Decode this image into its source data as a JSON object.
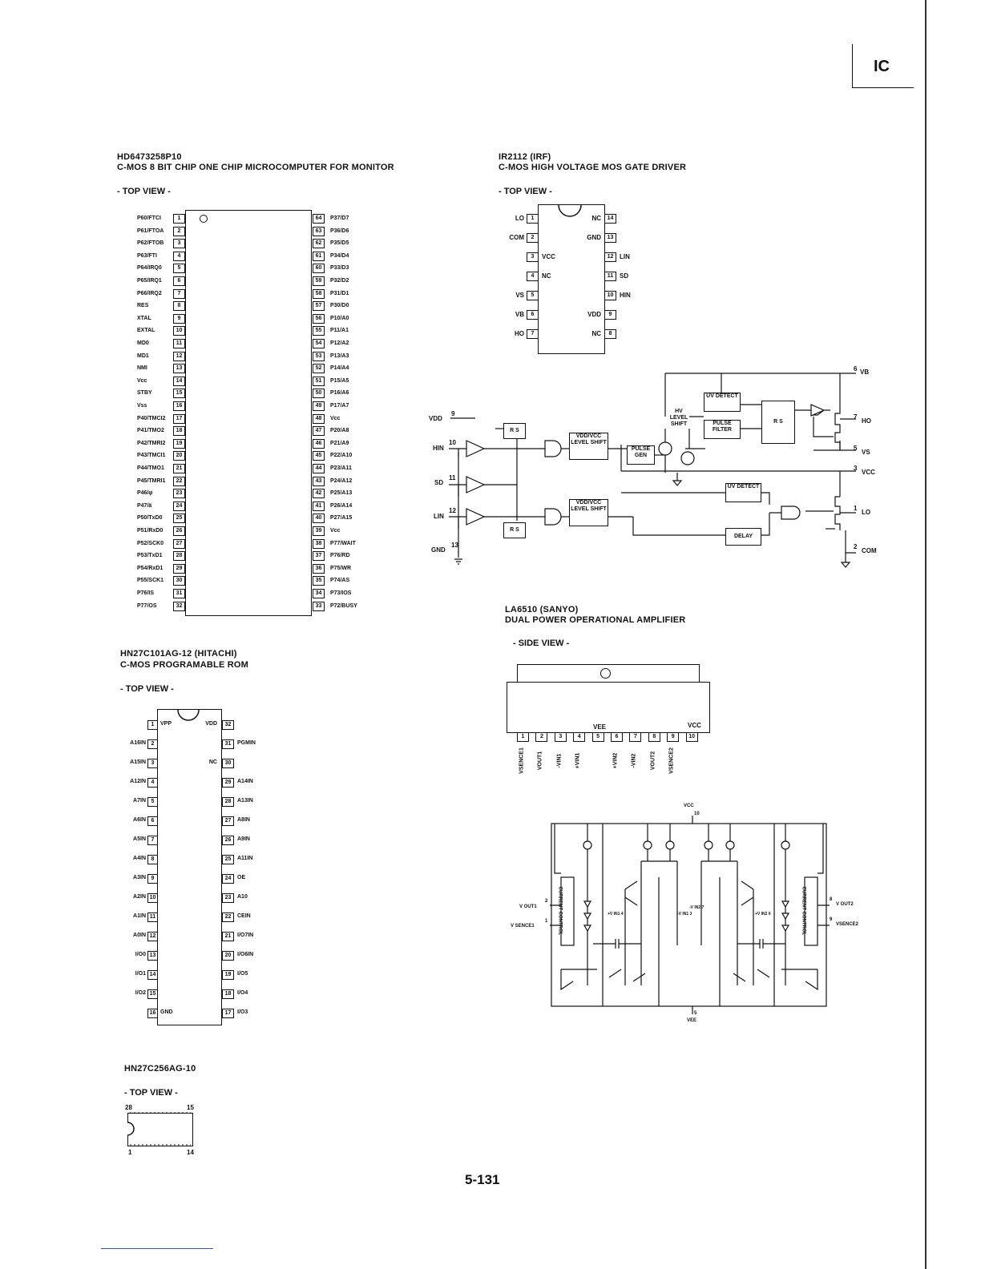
{
  "header": {
    "tag": "IC",
    "page_number": "5-131"
  },
  "hd6473": {
    "part": "HD6473258P10",
    "desc": "C-MOS 8 BIT CHIP ONE CHIP MICROCOMPUTER FOR MONITOR",
    "view": "- TOP VIEW -",
    "left_pins": [
      "P60/FTCI",
      "P61/FTOA",
      "P62/FTOB",
      "P63/FTI",
      "P64/IRQ0",
      "P65/IRQ1",
      "P66/IRQ2",
      "RES",
      "XTAL",
      "EXTAL",
      "MD0",
      "MD1",
      "NMI",
      "Vcc",
      "STBY",
      "Vss",
      "P40/TMCI2",
      "P41/TMO2",
      "P42/TMRI2",
      "P43/TMCI1",
      "P44/TMO1",
      "P45/TMRI1",
      "P46/φ",
      "P47/ä",
      "P50/TxD0",
      "P51/RxD0",
      "P52/SCK0",
      "P53/TxD1",
      "P54/RxD1",
      "P55/SCK1",
      "P76/IS",
      "P77/OS"
    ],
    "right_pins": [
      "P37/D7",
      "P36/D6",
      "P35/D5",
      "P34/D4",
      "P33/D3",
      "P32/D2",
      "P31/D1",
      "P30/D0",
      "P10/A0",
      "P11/A1",
      "P12/A2",
      "P13/A3",
      "P14/A4",
      "P15/A5",
      "P16/A6",
      "P17/A7",
      "Vcc",
      "P20/A8",
      "P21/A9",
      "P22/A10",
      "P23/A11",
      "P24/A12",
      "P25/A13",
      "P26/A14",
      "P27/A15",
      "Vcc",
      "P77/WAIT",
      "P76/RD",
      "P75/WR",
      "P74/AS",
      "P73/IOS",
      "P72/BUSY"
    ],
    "left_nums": [
      "1",
      "2",
      "3",
      "4",
      "5",
      "6",
      "7",
      "8",
      "9",
      "10",
      "11",
      "12",
      "13",
      "14",
      "15",
      "16",
      "17",
      "18",
      "19",
      "20",
      "21",
      "22",
      "23",
      "24",
      "25",
      "26",
      "27",
      "28",
      "29",
      "30",
      "31",
      "32"
    ],
    "right_nums": [
      "64",
      "63",
      "62",
      "61",
      "60",
      "59",
      "58",
      "57",
      "56",
      "55",
      "54",
      "53",
      "52",
      "51",
      "50",
      "49",
      "48",
      "47",
      "46",
      "45",
      "44",
      "43",
      "42",
      "41",
      "40",
      "39",
      "38",
      "37",
      "36",
      "35",
      "34",
      "33"
    ]
  },
  "ir2112": {
    "part": "IR2112 (IRF)",
    "desc": "C-MOS HIGH VOLTAGE MOS GATE DRIVER",
    "view": "- TOP VIEW -",
    "left_pins": [
      "LO",
      "COM",
      "",
      "",
      "VS",
      "VB",
      "HO"
    ],
    "left_inner": [
      "",
      "",
      "VCC",
      "NC",
      "",
      "",
      ""
    ],
    "left_nums": [
      "1",
      "2",
      "3",
      "4",
      "5",
      "6",
      "7"
    ],
    "right_pins": [
      "",
      "",
      "LIN",
      "SD",
      "HIN",
      "",
      ""
    ],
    "right_inner": [
      "NC",
      "GND",
      "",
      "",
      "",
      "VDD",
      "NC"
    ],
    "right_nums": [
      "14",
      "13",
      "12",
      "11",
      "10",
      "9",
      "8"
    ],
    "blocks": {
      "uv_detect": "UV DETECT",
      "pulse_filter": "PULSE FILTER",
      "hv_level_shift": "HV LEVEL SHIFT",
      "vdd_vcc_level_shift": "VDD/VCC LEVEL SHIFT",
      "pulse_gen": "PULSE GEN",
      "uv_detect2": "UV DETECT",
      "delay": "DELAY",
      "rs": "R S"
    },
    "terminals": {
      "vdd": "VDD",
      "hin": "HIN",
      "sd": "SD",
      "lin": "LIN",
      "gnd": "GND",
      "vb": "VB",
      "ho": "HO",
      "vs": "VS",
      "vcc": "VCC",
      "lo": "LO",
      "com": "COM"
    },
    "terminal_nums": {
      "vdd": "9",
      "hin": "10",
      "sd": "11",
      "lin": "12",
      "gnd": "13",
      "vb": "6",
      "ho": "7",
      "vs": "5",
      "vcc": "3",
      "lo": "1",
      "com": "2"
    }
  },
  "hn27c101": {
    "part": "HN27C101AG-12 (HITACHI)",
    "desc": "C-MOS PROGRAMABLE ROM",
    "view": "- TOP VIEW -",
    "left_pins": [
      "",
      "A16IN",
      "A15IN",
      "A12IN",
      "A7IN",
      "A6IN",
      "A5IN",
      "A4IN",
      "A3IN",
      "A2IN",
      "A1IN",
      "A0IN",
      "I/O0",
      "I/O1",
      "I/O2",
      ""
    ],
    "left_inner": [
      "VPP",
      "",
      "",
      "",
      "",
      "",
      "",
      "",
      "",
      "",
      "",
      "",
      "",
      "",
      "",
      "GND"
    ],
    "left_nums": [
      "1",
      "2",
      "3",
      "4",
      "5",
      "6",
      "7",
      "8",
      "9",
      "10",
      "11",
      "12",
      "13",
      "14",
      "15",
      "16"
    ],
    "right_pins": [
      "",
      "PGMIN",
      "",
      "A14IN",
      "A13IN",
      "A8IN",
      "A9IN",
      "A11IN",
      "OE",
      "A10",
      "CEIN",
      "I/O7IN",
      "I/O6IN",
      "I/O5",
      "I/O4",
      "I/O3"
    ],
    "right_inner": [
      "VDD",
      "",
      "NC",
      "",
      "",
      "",
      "",
      "",
      "",
      "",
      "",
      "",
      "",
      "",
      "",
      ""
    ],
    "right_nums": [
      "32",
      "31",
      "30",
      "29",
      "28",
      "27",
      "26",
      "25",
      "24",
      "23",
      "22",
      "21",
      "20",
      "19",
      "18",
      "17"
    ]
  },
  "hn27c256": {
    "part": "HN27C256AG-10",
    "view": "- TOP VIEW -",
    "corner_nums": [
      "28",
      "15",
      "1",
      "14"
    ]
  },
  "la6510": {
    "part": "LA6510 (SANYO)",
    "desc": "DUAL POWER OPERATIONAL AMPLIFIER",
    "view": "- SIDE VIEW -",
    "vee_label": "VEE",
    "vcc_label": "VCC",
    "nums": [
      "1",
      "2",
      "3",
      "4",
      "5",
      "6",
      "7",
      "8",
      "9",
      "10"
    ],
    "pin_names": [
      "VSENCE1",
      "VOUT1",
      "-VIN1",
      "+VIN1",
      "",
      "+VIN2",
      "-VIN2",
      "VOUT2",
      "VSENCE2",
      ""
    ],
    "schematic": {
      "vcc": "VCC",
      "vcc_num": "10",
      "vee": "VEE",
      "vee_num": "5",
      "vout1": "V OUT1",
      "vout1_num": "2",
      "vsence1": "V SENCE1",
      "vsence1_num": "1",
      "vout2": "V OUT2",
      "vout2_num": "8",
      "vsence2": "VSENCE2",
      "vsence2_num": "9",
      "current_control": "CURRENT CONTROL",
      "in1p": "+V IN1 4",
      "in1m": "-V IN1 3",
      "in2m": "-V IN2 7",
      "in2p": "+V IN2 6"
    }
  }
}
